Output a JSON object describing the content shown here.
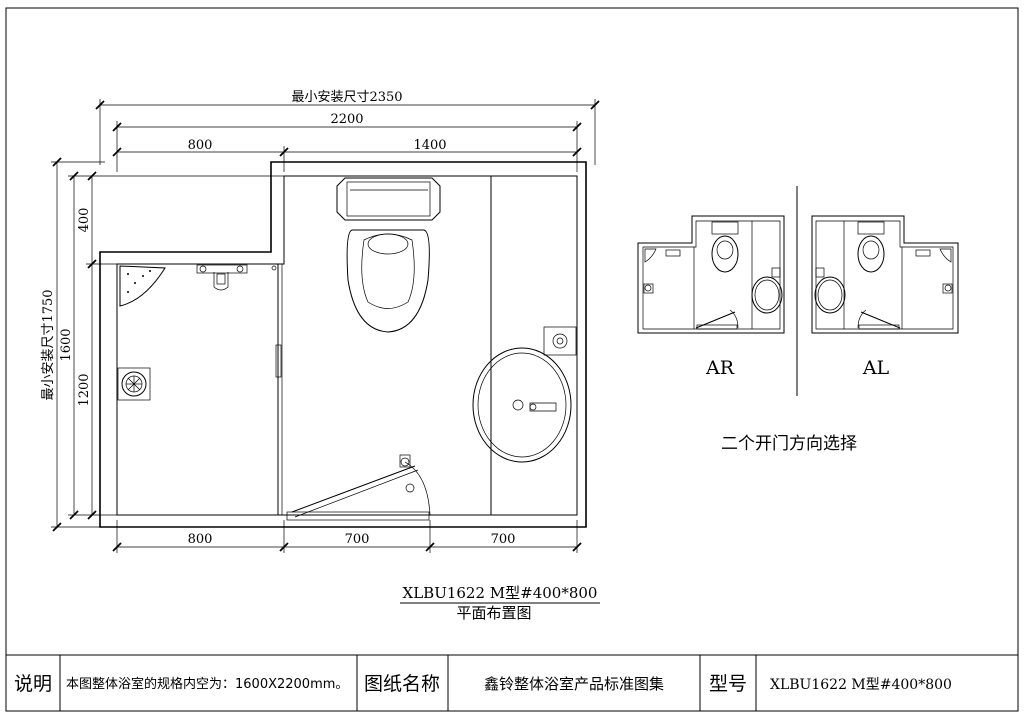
{
  "dimensions": {
    "min_install_width": "最小安装尺寸2350",
    "width_2200": "2200",
    "top_left": "800",
    "top_right": "1400",
    "min_install_height": "最小安装尺寸1750",
    "height_1600": "1600",
    "height_400": "400",
    "height_1200": "1200",
    "bottom_left": "800",
    "bottom_mid": "700",
    "bottom_right": "700"
  },
  "variants": {
    "ar_label": "AR",
    "al_label": "AL",
    "caption": "二个开门方向选择"
  },
  "drawing_caption": {
    "model": "XLBU1622 M型#400*800",
    "subtitle": "平面布置图"
  },
  "title_block": {
    "note_label": "说明",
    "note_text": "本图整体浴室的规格内空为：1600X2200mm。",
    "drawing_name_label": "图纸名称",
    "drawing_name": "鑫铃整体浴室产品标准图集",
    "model_label": "型号",
    "model_value": "XLBU1622 M型#400*800"
  }
}
